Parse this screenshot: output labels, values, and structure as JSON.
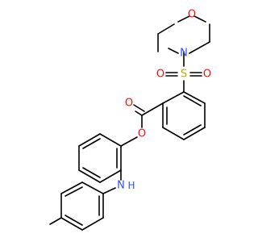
{
  "molecule": {
    "atoms": {
      "morpholine_n": "N",
      "morpholine_o": "O",
      "sulfonyl_s": "S",
      "sulfonyl_o_left": "O",
      "sulfonyl_o_right": "O",
      "carbonyl_o": "O",
      "ester_o": "O",
      "amine_n": "N",
      "amine_h": "H"
    },
    "colors": {
      "carbon": "#000000",
      "nitrogen": "#3050f8",
      "oxygen": "#ff0d0d",
      "sulfur": "#c8a800"
    }
  }
}
